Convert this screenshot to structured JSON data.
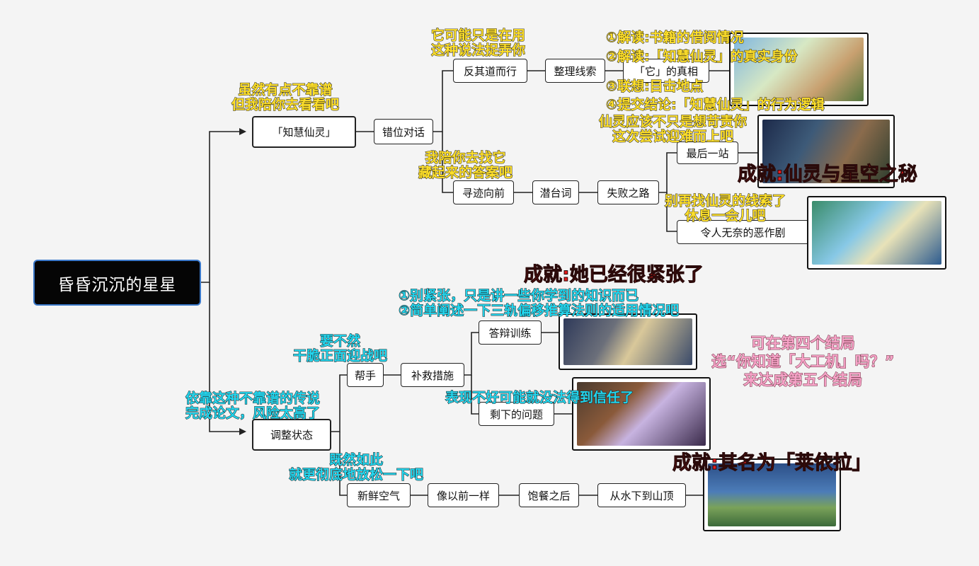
{
  "root": "昏昏沉沉的星星",
  "nodes": {
    "zhihui": "「知慧仙灵」",
    "cuowei": "错位对话",
    "fanqi": "反其道而行",
    "zhengli": "整理线索",
    "ta_zhenxiang": "「它」的真相",
    "xunji": "寻迹向前",
    "qiantai": "潜台词",
    "shibai": "失败之路",
    "zuihou": "最后一站",
    "ling_ren": "令人无奈的恶作剧",
    "tiaozheng": "调整状态",
    "bangshou": "帮手",
    "bujiu": "补救措施",
    "dabian": "答辩训练",
    "shengxia": "剩下的问题",
    "xinxian": "新鲜空气",
    "xiang_yiqian": "像以前一样",
    "baocan": "饱餐之后",
    "congshui": "从水下到山顶"
  },
  "annotations": {
    "ta_keneng": [
      "它可能只是在用",
      "这种说法捉弄你"
    ],
    "jiedu": [
      "①解读:书籍的借阅情况",
      "②解读:「知慧仙灵」的真实身份",
      "③联想:目击地点",
      "④提交结论:「知慧仙灵」的行为逻辑"
    ],
    "suiran": [
      "虽然有点不靠谱",
      "但我陪你去看看吧"
    ],
    "xianling": [
      "仙灵应该不只是想苛责你",
      "这次尝试迎难而上吧"
    ],
    "wo_pei": [
      "我陪你去找它",
      "藏起来的答案吧"
    ],
    "bie_zai": [
      "别再找仙灵的线索了",
      "休息一会儿吧"
    ],
    "bie_jinzhang": [
      "①别紧张，只是讲一些你学到的知识而已",
      "②简单阐述一下三轨偏移推算法则的适用情况吧"
    ],
    "yaoburan": [
      "要不然",
      "干脆正面迎战吧"
    ],
    "yikao": [
      "依靠这种不靠谱的传说",
      "完成论文，风险太高了"
    ],
    "biaoxian": [
      "表现不好可能就没法得到信任了"
    ],
    "jiran": [
      "既然如此",
      "就更彻底地放松一下吧"
    ],
    "note": [
      "可在第四个结局",
      "选“你知道「大工机」吗？”",
      "来达成第五个结局"
    ]
  },
  "achievements": {
    "a1": "成就:仙灵与星空之秘",
    "a2": "成就:她已经很紧张了",
    "a3": "成就:其名为「莱依拉」"
  },
  "colors": {
    "annotation_yellow": "#ffe02a",
    "annotation_cyan": "#23d6ee",
    "annotation_pink": "#f7a3c8",
    "achievement_red": "#e41c1c",
    "root_border": "#3a78c9"
  }
}
